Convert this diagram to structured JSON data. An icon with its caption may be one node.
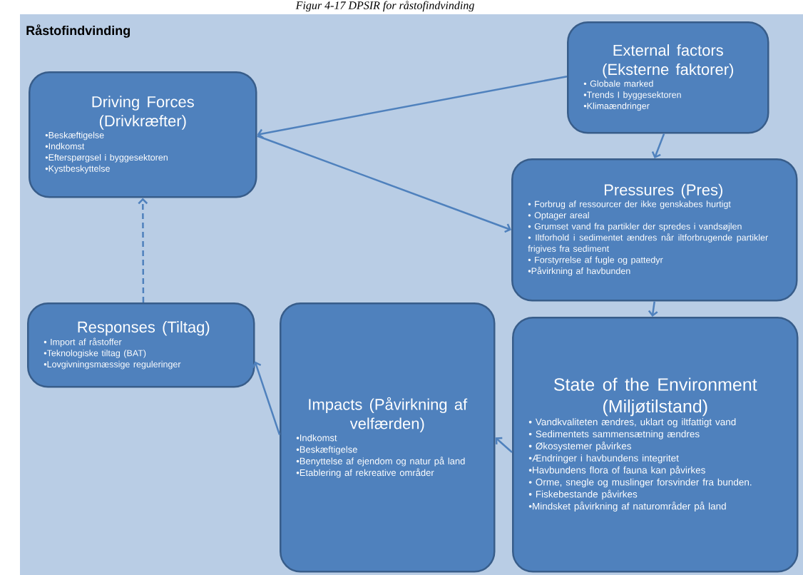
{
  "diagram": {
    "title": "Råstofindvinding",
    "caption": "Figur 4-17 DPSIR for råstofindvinding",
    "nodes": [
      {
        "text": [
          "Driving Forces (Drivkræfter)",
          "•Beskæftigelse",
          "•Indkomst",
          "•Efterspørgsel i byggesektoren",
          "•Kystbeskyttelse"
        ]
      },
      {
        "text": [
          "External factors (Eksterne faktorer)",
          "• Globale marked",
          "•Trends I byggesektoren",
          "•Klimaændringer"
        ]
      },
      {
        "text": [
          "Pressures (Pres)",
          "• Forbrug af ressourcer der ikke genskabes hurtigt",
          "• Optager areal",
          "• Grumset vand fra partikler der spredes i vandsøjlen",
          "• Iltforhold i sedimentet ændres når iltforbrugende partikler frigives fra sediment",
          "• Forstyrrelse af fugle og pattedyr",
          "•Påvirkning af havbunden"
        ]
      },
      {
        "text": [
          "Responses (Tiltag)",
          "• Import af råstoffer",
          "•Teknologiske tiltag (BAT)",
          "•Lovgivningsmæssige reguleringer"
        ]
      },
      {
        "text": [
          "Impacts (Påvirkning af velfærden)",
          "•Indkomst",
          "•Beskæftigelse",
          "•Benyttelse af ejendom og natur på land",
          "•Etablering af rekreative områder"
        ]
      },
      {
        "text": [
          "State of the Environment (Miljøtilstand)",
          "• Vandkvaliteten ændres, uklart og iltfattigt vand",
          "• Sedimentets sammensætning ændres",
          "• Økosystemer påvirkes",
          "•Ændringer i havbundens integritet",
          "•Havbundens flora of fauna kan påvirkes",
          "• Orme, snegle og muslinger forsvinder fra bunden.",
          "• Fiskebestande påvirkes",
          "•Mindsket påvirkning af naturområder på land"
        ]
      }
    ],
    "edges": [
      {
        "from": 1,
        "to": 0,
        "arrow": "to"
      },
      {
        "from": 0,
        "to": 2,
        "arrow": "to"
      },
      {
        "from": 1,
        "to": 2,
        "arrow": "to"
      },
      {
        "from": 2,
        "to": 5,
        "arrow": "to"
      },
      {
        "from": 5,
        "to": 4,
        "arrow": "to"
      },
      {
        "from": 4,
        "to": 3,
        "arrow": "to"
      },
      {
        "from": 3,
        "to": 0,
        "arrow": "to",
        "style": "dashed"
      }
    ]
  }
}
